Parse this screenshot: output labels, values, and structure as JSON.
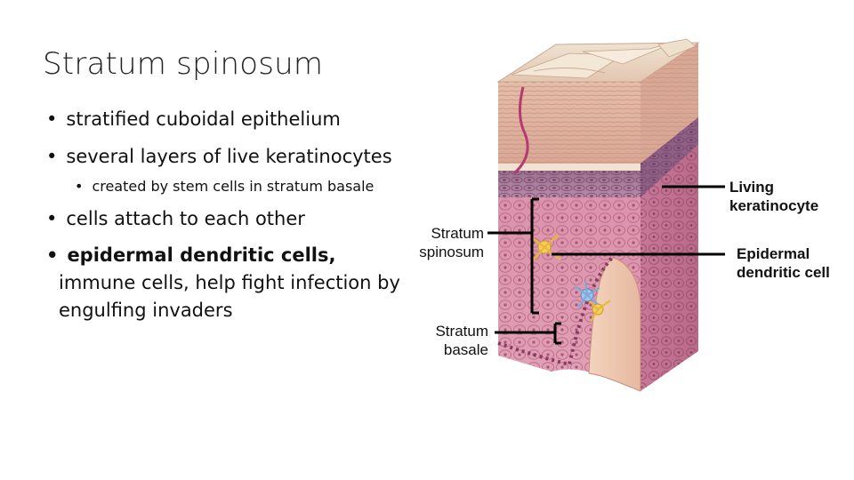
{
  "slide": {
    "title": "Stratum spinosum",
    "bullets": [
      "stratified cuboidal epithelium",
      "several layers of live keratinocytes",
      "created by stem cells in stratum basale",
      "cells attach to each other",
      "epidermal dendritic cells,",
      "immune cells, help fight infection by",
      "engulfing invaders"
    ],
    "bullet_char": "•"
  },
  "figure": {
    "labels": {
      "stratum_spinosum": [
        "Stratum",
        "spinosum"
      ],
      "stratum_basale": [
        "Stratum",
        "basale"
      ],
      "living_keratinocyte": [
        "Living",
        "keratinocyte"
      ],
      "epidermal_dendritic_cell": [
        "Epidermal",
        "dendritic cell"
      ]
    }
  }
}
